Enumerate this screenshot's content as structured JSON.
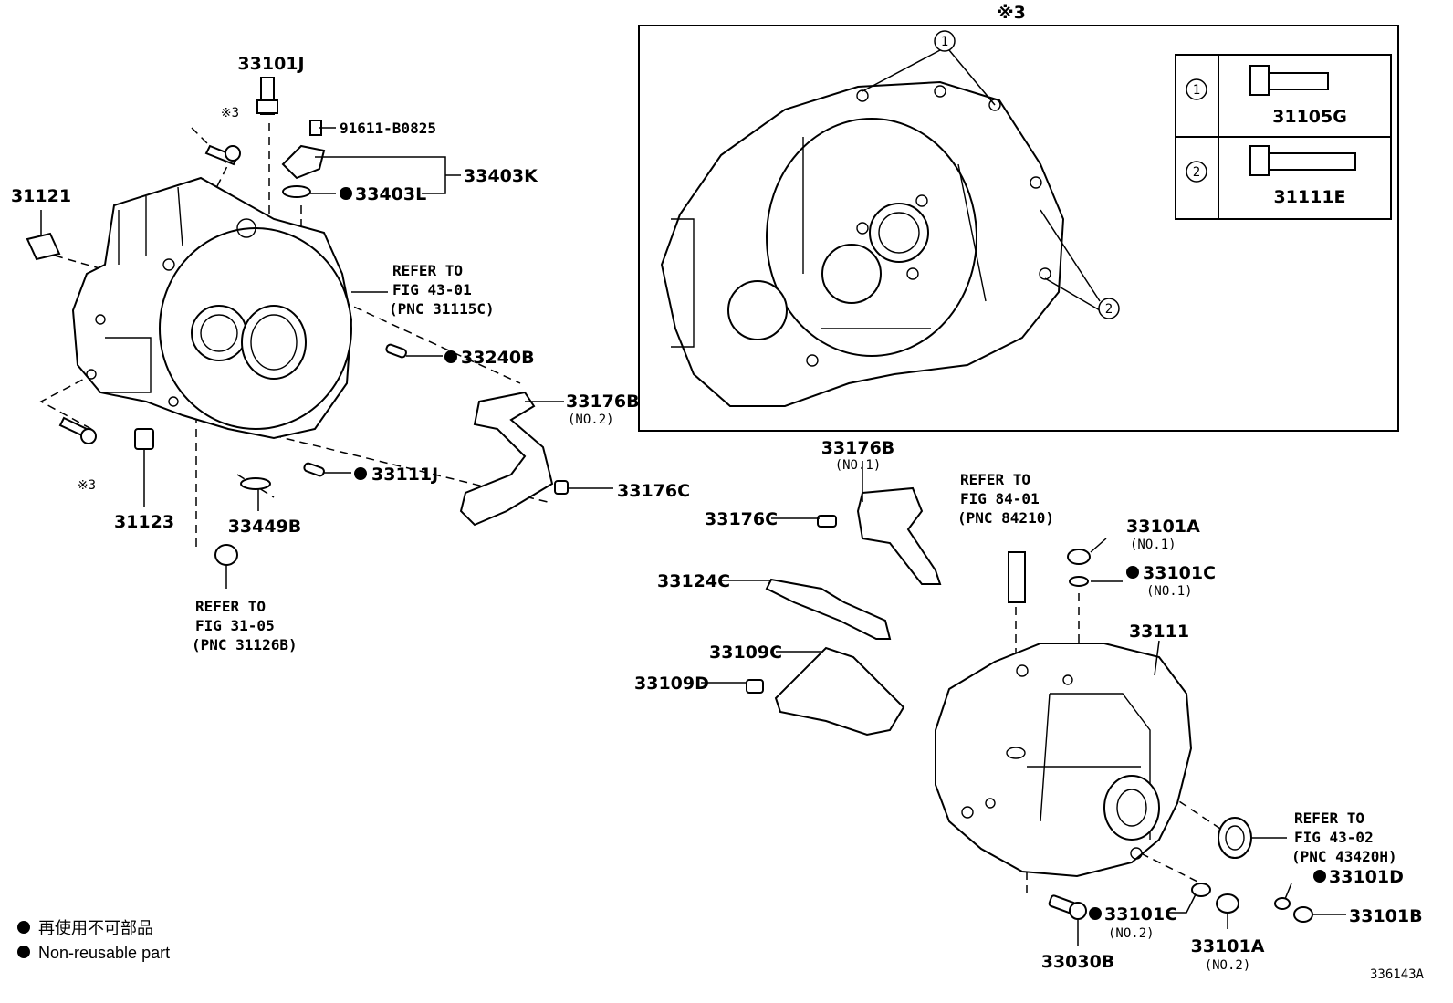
{
  "legend": {
    "jp": "再使用不可部品",
    "en": "Non-reusable part"
  },
  "figure_code": "336143A",
  "note_mark": "※3",
  "inset": {
    "title": "※3",
    "callout_1": "1",
    "callout_2": "2",
    "table": [
      {
        "key": "1",
        "part": "31105G"
      },
      {
        "key": "2",
        "part": "31111E"
      }
    ]
  },
  "labels": {
    "p33101J": "33101J",
    "p91611": "91611-B0825",
    "p33403K": "33403K",
    "p33403L": "33403L",
    "p31121": "31121",
    "p31123": "31123",
    "p33449B": "33449B",
    "p33240B": "33240B",
    "p33111J": "33111J",
    "p33176B_2": "33176B",
    "p33176B_1": "33176B",
    "p33176C_a": "33176C",
    "p33176C_b": "33176C",
    "p33124C": "33124C",
    "p33109C": "33109C",
    "p33109D": "33109D",
    "p33101A_1": "33101A",
    "p33101C_1": "33101C",
    "p33111": "33111",
    "p33101D": "33101D",
    "p33101B": "33101B",
    "p33101C_2": "33101C",
    "p33101A_2": "33101A",
    "p33030B": "33030B",
    "no1": "(NO.1)",
    "no2": "(NO.2)"
  },
  "refs": {
    "r4301": {
      "line1": "REFER TO",
      "line2": "FIG 43-01",
      "line3": "(PNC 31115C)"
    },
    "r3105": {
      "line1": "REFER TO",
      "line2": "FIG 31-05",
      "line3": "(PNC 31126B)"
    },
    "r8401": {
      "line1": "REFER TO",
      "line2": "FIG 84-01",
      "line3": "(PNC 84210)"
    },
    "r4302": {
      "line1": "REFER TO",
      "line2": "FIG 43-02",
      "line3": "(PNC 43420H)"
    }
  }
}
